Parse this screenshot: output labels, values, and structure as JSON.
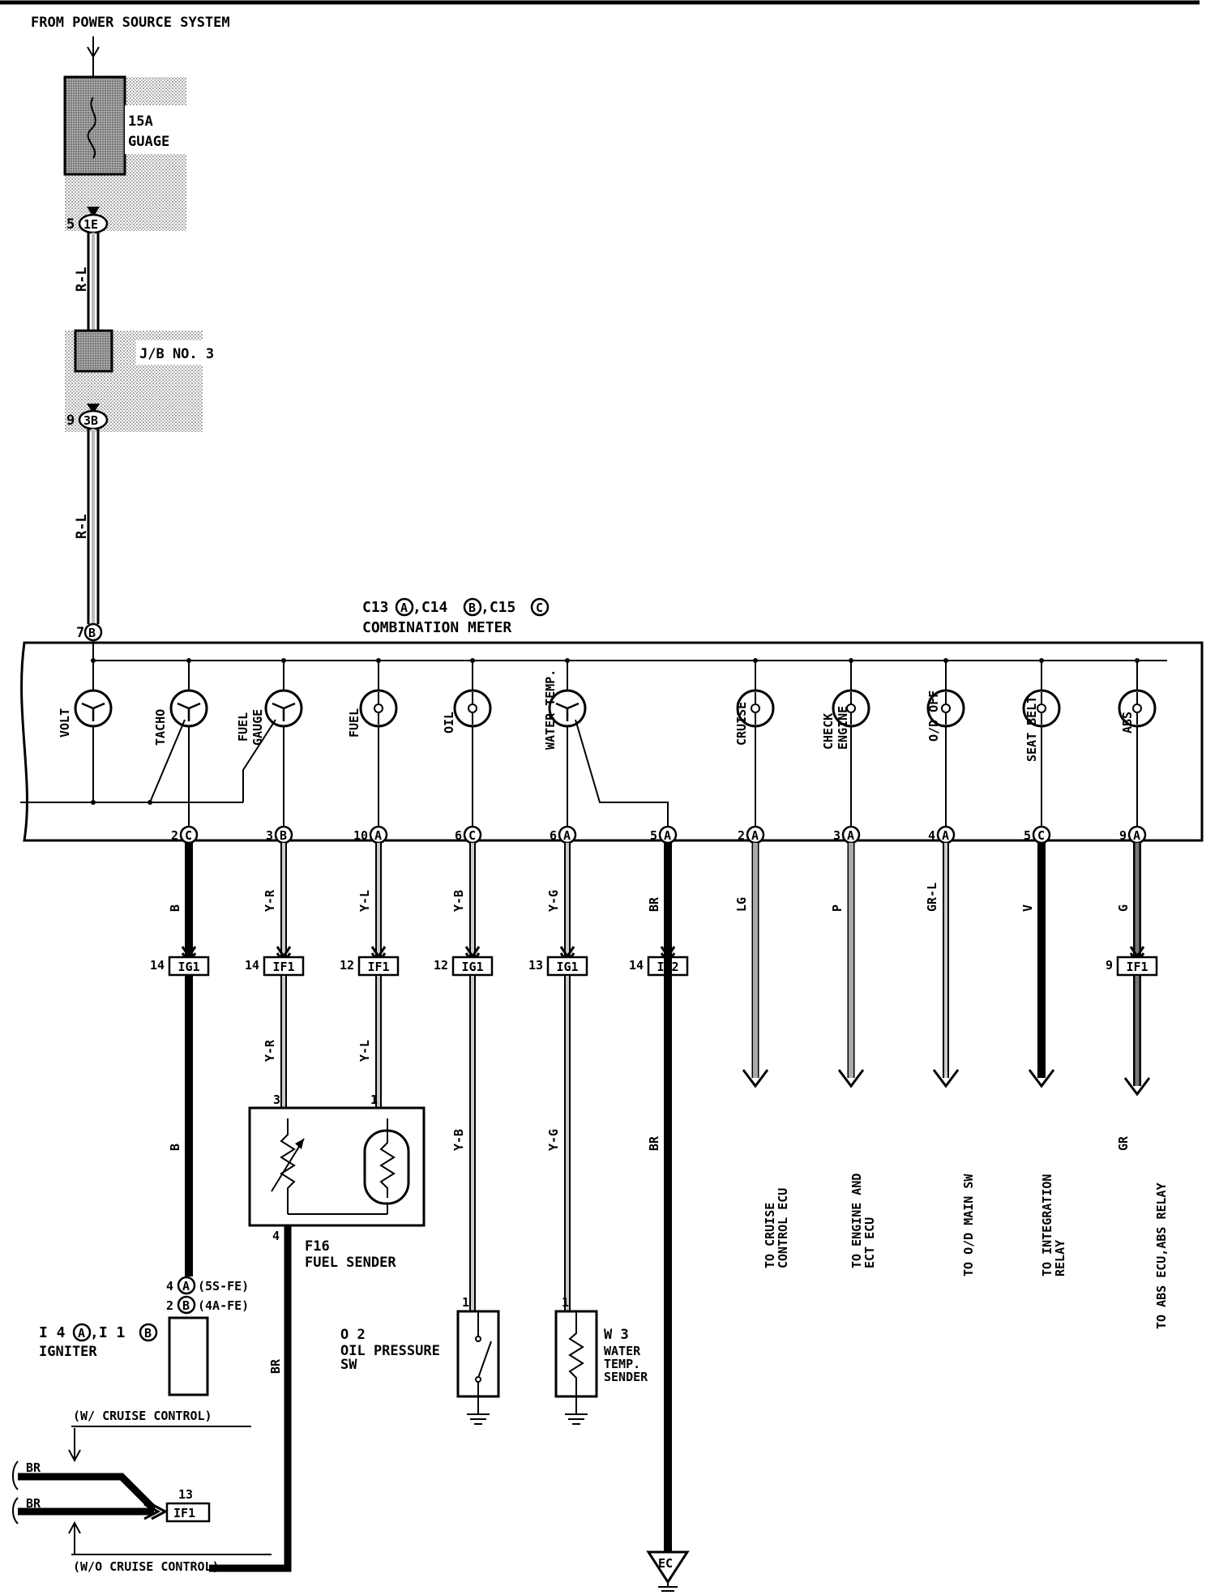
{
  "header": {
    "source": "FROM POWER SOURCE SYSTEM"
  },
  "fuse": {
    "rating": "15A",
    "name": "GUAGE"
  },
  "junction_block": {
    "label": "J/B NO. 3"
  },
  "connectors": {
    "c1": {
      "pin": "5",
      "id": "1E"
    },
    "c2": {
      "pin": "9",
      "id": "3B"
    },
    "meter_in": {
      "pin": "7",
      "id": "B"
    }
  },
  "wires": {
    "r_l_1": "R-L",
    "r_l_2": "R-L"
  },
  "meter": {
    "connectors_pre": "C13",
    "connectors_a": "A",
    "connectors_mid1": ",C14",
    "connectors_b": "B",
    "connectors_mid2": ",C15",
    "connectors_c": "C",
    "title": "COMBINATION METER",
    "gauges": [
      "VOLT",
      "TACHO",
      "FUEL GAUGE",
      "FUEL",
      "OIL",
      "WATER TEMP.",
      "CRUISE",
      "CHECK ENGINE",
      "O/D OFF",
      "SEAT BELT",
      "ABS"
    ],
    "gauge_lines": {
      "fuel_gauge_1": "FUEL",
      "fuel_gauge_2": "GAUGE",
      "check_engine_1": "CHECK",
      "check_engine_2": "ENGINE"
    }
  },
  "outputs": [
    {
      "pin": "2",
      "conn": "C",
      "wire": "B",
      "jpin": "14",
      "jc": "IG1",
      "wire2": "B"
    },
    {
      "pin": "3",
      "conn": "B",
      "wire": "Y-R",
      "jpin": "14",
      "jc": "IF1",
      "wire2": "Y-R"
    },
    {
      "pin": "10",
      "conn": "A",
      "wire": "Y-L",
      "jpin": "12",
      "jc": "IF1",
      "wire2": "Y-L"
    },
    {
      "pin": "6",
      "conn": "C",
      "wire": "Y-B",
      "jpin": "12",
      "jc": "IG1",
      "wire2": "Y-B"
    },
    {
      "pin": "6",
      "conn": "A",
      "wire": "Y-G",
      "jpin": "13",
      "jc": "IG1",
      "wire2": "Y-G"
    },
    {
      "pin": "5",
      "conn": "A",
      "wire": "BR",
      "jpin": "14",
      "jc": "IG2",
      "wire2": "BR"
    },
    {
      "pin": "2",
      "conn": "A",
      "wire": "LG",
      "dest": "TO CRUISE CONTROL ECU"
    },
    {
      "pin": "3",
      "conn": "A",
      "wire": "P",
      "dest": "TO ENGINE AND ECT ECU"
    },
    {
      "pin": "4",
      "conn": "A",
      "wire": "GR-L",
      "dest": "TO O/D MAIN SW"
    },
    {
      "pin": "5",
      "conn": "C",
      "wire": "V",
      "dest": "TO INTEGRATION RELAY"
    },
    {
      "pin": "9",
      "conn": "A",
      "wire": "G",
      "jpin": "9",
      "jc": "IF1",
      "wire2": "GR",
      "dest": "TO ABS ECU,ABS RELAY"
    }
  ],
  "dest_lines": {
    "cruise_1": "TO CRUISE",
    "cruise_2": "CONTROL ECU",
    "engine_1": "TO ENGINE AND",
    "engine_2": "ECT ECU",
    "od": "TO O/D MAIN SW",
    "integ_1": "TO INTEGRATION",
    "integ_2": "RELAY",
    "abs": "TO ABS ECU,ABS RELAY"
  },
  "fuel_sender": {
    "id": "F16",
    "name": "FUEL SENDER",
    "pin3": "3",
    "pin1": "1",
    "pin4": "4",
    "wire_br": "BR"
  },
  "igniter": {
    "line1_pin": "4",
    "line1_conn": "A",
    "line1_note": "(5S-FE)",
    "line2_pin": "2",
    "line2_conn": "B",
    "line2_note": "(4A-FE)",
    "id_pre": "I 4",
    "id_a": "A",
    "id_mid": ",I 1",
    "id_b": "B",
    "name": "IGNITER"
  },
  "oil_sw": {
    "id": "O 2",
    "name_1": "OIL PRESSURE",
    "name_2": "SW",
    "pin": "1"
  },
  "water_sender": {
    "id": "W 3",
    "name_1": "WATER",
    "name_2": "TEMP.",
    "name_3": "SENDER",
    "pin": "1"
  },
  "cruise_notes": {
    "with": "(W/ CRUISE CONTROL)",
    "without": "(W/O CRUISE CONTROL)",
    "br_top": "BR",
    "br_bottom": "BR",
    "junction_pin": "13",
    "junction_id": "IF1"
  },
  "ground": {
    "label": "EC"
  }
}
